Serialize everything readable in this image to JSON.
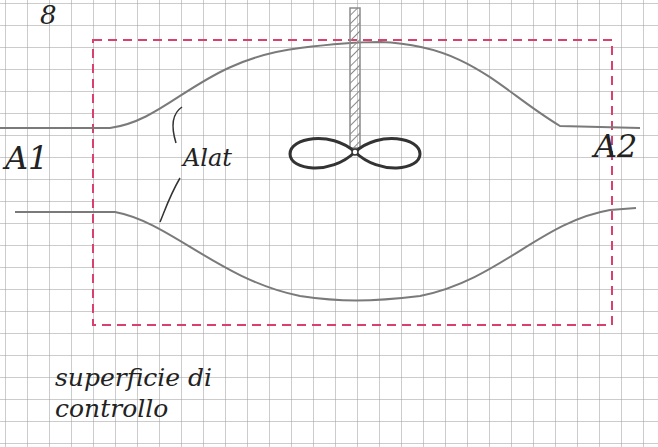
{
  "diagram": {
    "labels": [
      "8",
      "A1",
      "Alat",
      "A2",
      "superficie di controllo"
    ]
  }
}
